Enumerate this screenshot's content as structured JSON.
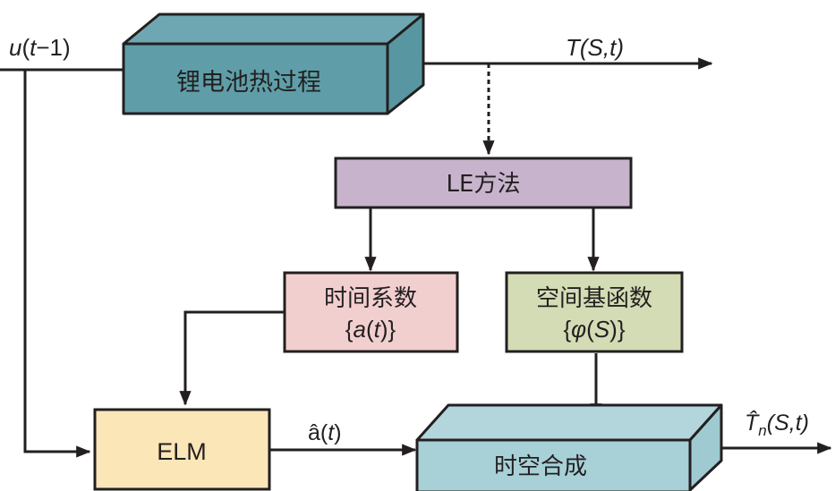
{
  "colors": {
    "process_front": "#5f9ea8",
    "process_top": "#6ea7b1",
    "process_side": "#5897a1",
    "le": "#c7b4cc",
    "time_coef": "#f2cfcf",
    "spatial_basis": "#d3dcb4",
    "elm": "#fbe6b8",
    "synth_front": "#a7d0d7",
    "synth_top": "#b2d6dc",
    "synth_side": "#9fcad1",
    "line": "#231f20"
  },
  "nodes": {
    "thermal_process": {
      "label": "锂电池热过程"
    },
    "le_method": {
      "label": "LE方法"
    },
    "time_coefficient": {
      "line1": "时间系数",
      "line2_open": "{",
      "line2_var": "a",
      "line2_paren_open": "(",
      "line2_arg": "t",
      "line2_close": ")}"
    },
    "spatial_basis": {
      "line1": "空间基函数",
      "line2_open": "{",
      "line2_var": "φ",
      "line2_paren_open": "(",
      "line2_arg": "S",
      "line2_close": ")}"
    },
    "elm": {
      "label": "ELM"
    },
    "synthesis": {
      "label": "时空合成"
    }
  },
  "signals": {
    "input": {
      "var": "u",
      "open": "(",
      "arg": "t",
      "rest": "−1)"
    },
    "output_true": {
      "var": "T",
      "args": "(S,t)"
    },
    "a_hat": {
      "var": "â",
      "open": "(",
      "arg": "t",
      "close": ")"
    },
    "output_pred": {
      "var": "T̂",
      "sub": "n",
      "args": "(S,t)"
    }
  }
}
